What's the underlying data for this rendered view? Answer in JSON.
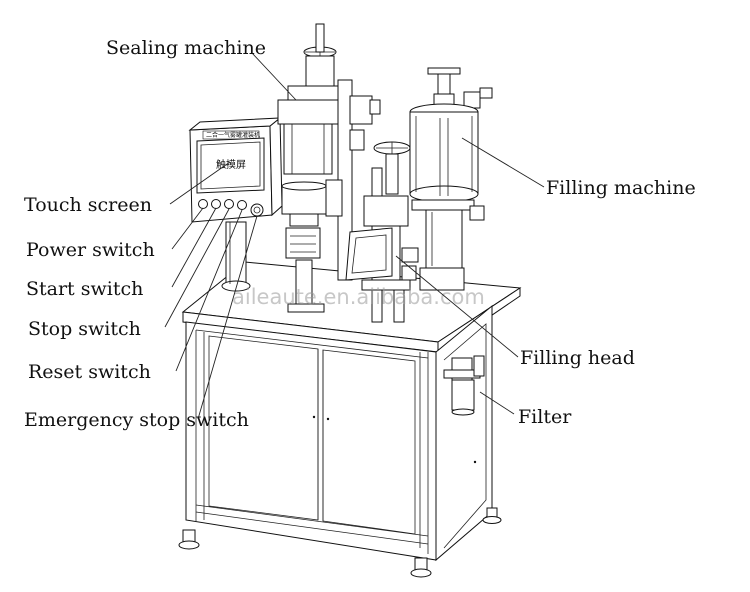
{
  "labels": {
    "sealing_machine": "Sealing machine",
    "filling_machine": "Filling machine",
    "touch_screen": "Touch screen",
    "power_switch": "Power switch",
    "start_switch": "Start switch",
    "stop_switch": "Stop switch",
    "reset_switch": "Reset switch",
    "emergency_stop_switch": "Emergency stop switch",
    "filling_head": "Filling head",
    "filter": "Filter"
  },
  "screen_text": "触摸屏",
  "panel_title": "二合一气雾罐灌装机",
  "watermark": "aileaute.en.alibaba.com"
}
